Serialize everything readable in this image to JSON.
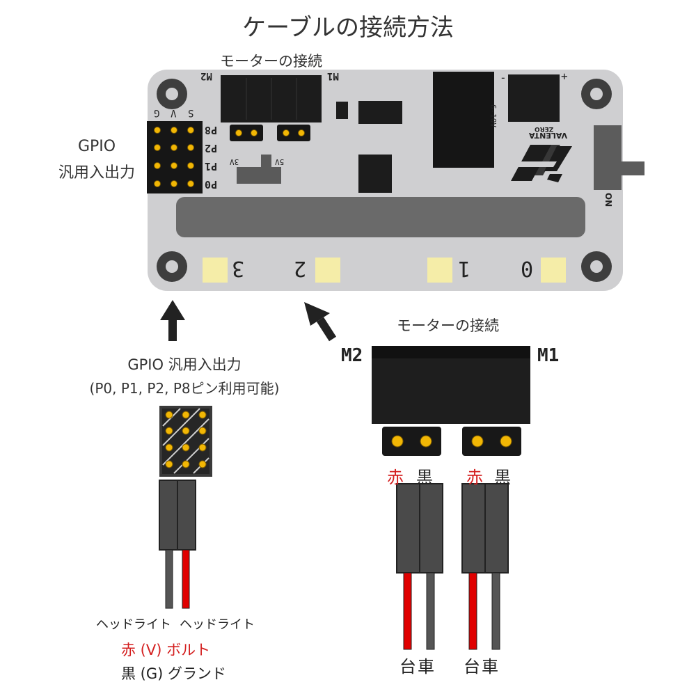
{
  "title": "ケーブルの接続方法",
  "board": {
    "motor_header_label": "モーターの接続",
    "gpio_label_line1": "GPIO",
    "gpio_label_line2": "汎用入出力",
    "silk": {
      "m2": "M2",
      "m1": "M1",
      "col_s": "S",
      "col_v": "V",
      "col_g": "G",
      "p8": "P8",
      "p2": "P2",
      "p1": "P1",
      "p0": "P0",
      "v3": "3V",
      "v5": "5V",
      "minus": "-",
      "plus": "+",
      "voltage": "6-10V",
      "brand_line1": "VALENTA",
      "brand_line2": "ZERO",
      "on": "ON"
    },
    "pads": [
      "3",
      "2",
      "1",
      "0"
    ]
  },
  "gpio_callout": {
    "line1": "GPIO 汎用入出力",
    "line2": "(P0, P1, P2, P8ピン利用可能)",
    "wire_labels": [
      "ヘッドライト",
      "ヘッドライト"
    ],
    "legend_red": "赤 (V) ボルト",
    "legend_black": "黒 (G) グランド"
  },
  "motor_callout": {
    "title": "モーターの接続",
    "m2": "M2",
    "m1": "M1",
    "wire_colors": [
      "赤",
      "黒",
      "赤",
      "黒"
    ],
    "targets": [
      "台車",
      "台車"
    ]
  }
}
